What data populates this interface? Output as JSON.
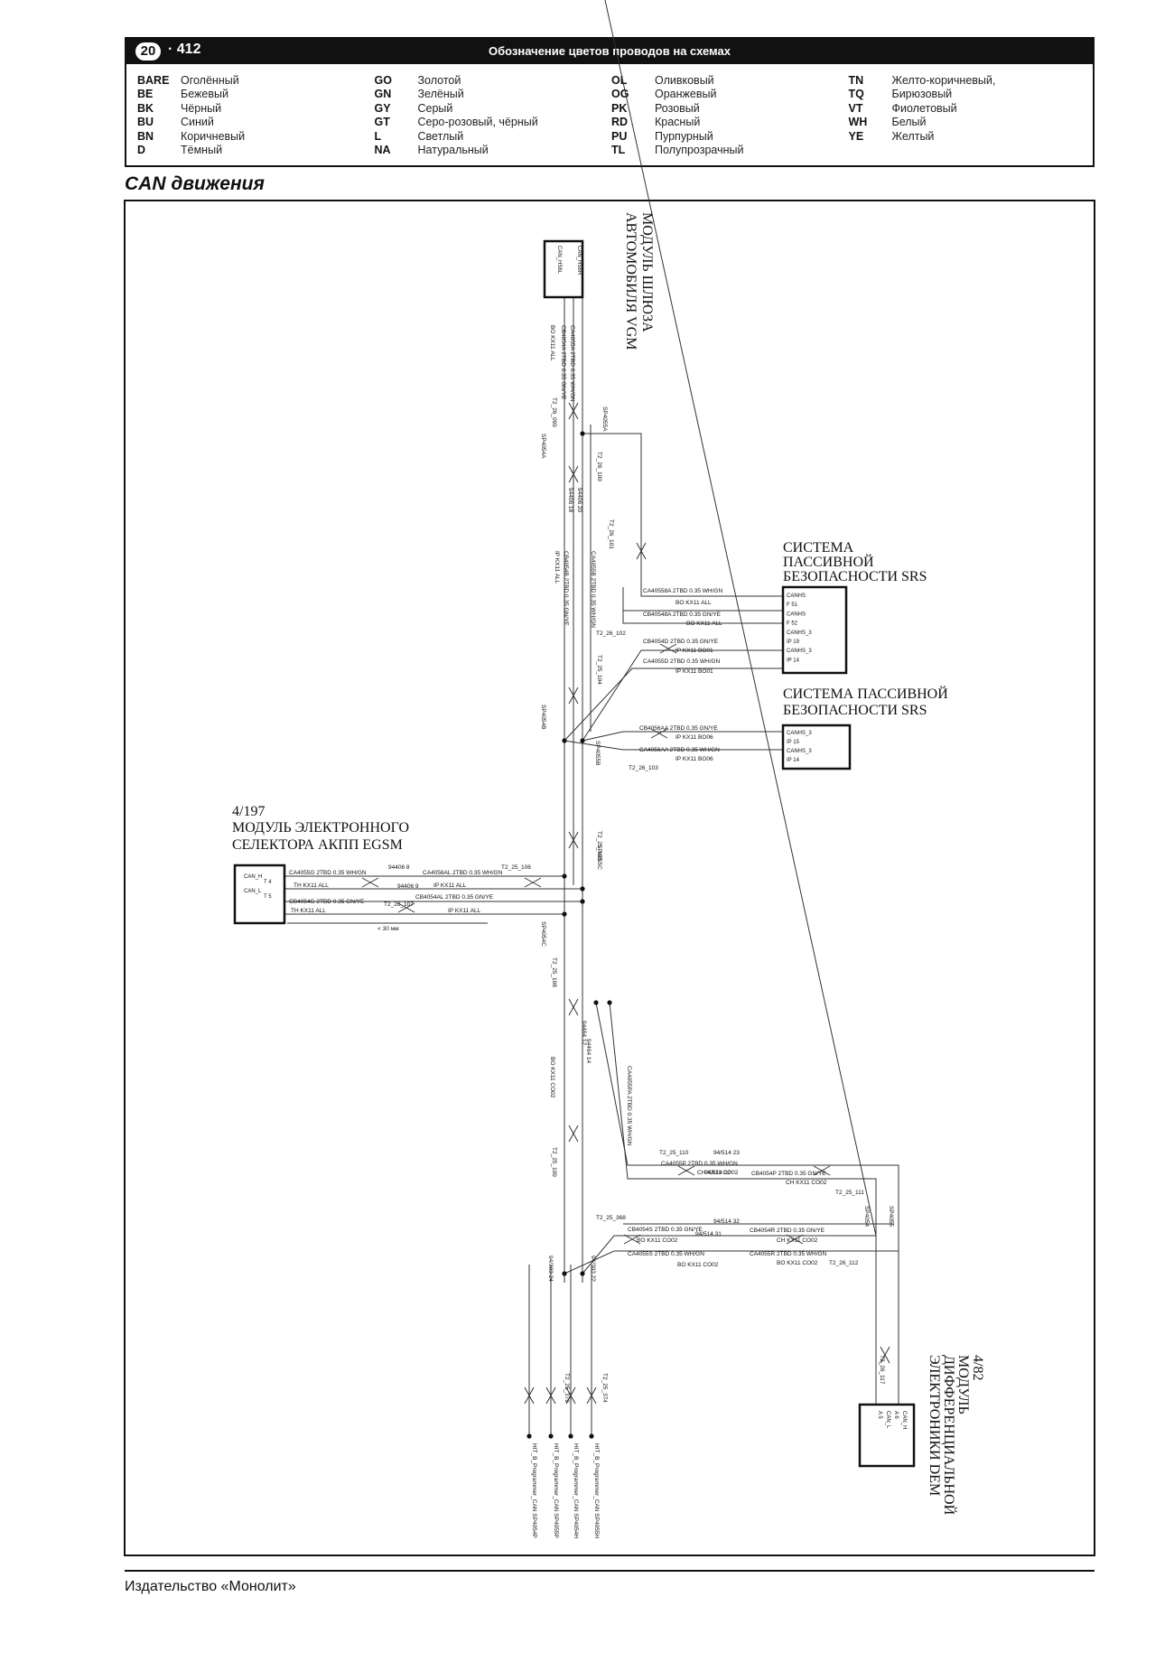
{
  "header": {
    "chapter": "20",
    "page": "· 412",
    "title": "Обозначение цветов проводов на схемах"
  },
  "legend": [
    [
      {
        "code": "BARE",
        "name": "Оголённый"
      },
      {
        "code": "BE",
        "name": "Бежевый"
      },
      {
        "code": "BK",
        "name": "Чёрный"
      },
      {
        "code": "BU",
        "name": "Синий"
      },
      {
        "code": "BN",
        "name": "Коричневый"
      },
      {
        "code": "D",
        "name": "Тёмный"
      }
    ],
    [
      {
        "code": "GO",
        "name": "Золотой"
      },
      {
        "code": "GN",
        "name": "Зелёный"
      },
      {
        "code": "GY",
        "name": "Серый"
      },
      {
        "code": "GT",
        "name": "Серо-розовый, чёрный"
      },
      {
        "code": "L",
        "name": "Светлый"
      },
      {
        "code": "NA",
        "name": "Натуральный"
      }
    ],
    [
      {
        "code": "OL",
        "name": "Оливковый"
      },
      {
        "code": "OG",
        "name": "Оранжевый"
      },
      {
        "code": "PK",
        "name": "Розовый"
      },
      {
        "code": "RD",
        "name": "Красный"
      },
      {
        "code": "PU",
        "name": "Пурпурный"
      },
      {
        "code": "TL",
        "name": "Полупрозрачный"
      }
    ],
    [
      {
        "code": "TN",
        "name": "Желто-коричневый,"
      },
      {
        "code": "TQ",
        "name": "Бирюзовый"
      },
      {
        "code": "VT",
        "name": "Фиолетовый"
      },
      {
        "code": "WH",
        "name": "Белый"
      },
      {
        "code": "YE",
        "name": "Желтый"
      }
    ]
  ],
  "section_title": "CAN движения",
  "modules": {
    "vgm": {
      "line1": "МОДУЛЬ ШЛЮЗА",
      "line2": "АВТОМОБИЛЯ VGM",
      "pin1": "CAN_HS6H",
      "pin2": "CAN_HS6L"
    },
    "srs1": {
      "line1": "СИСТЕМА",
      "line2": "ПАССИВНОЙ",
      "line3": "БЕЗОПАСНОСТИ SRS",
      "pins": [
        "CANHS",
        "F 51",
        "CANHS",
        "F 52",
        "CANHS_3",
        "IP 19",
        "CANHS_3",
        "IP 14"
      ]
    },
    "srs2": {
      "line1": "СИСТЕМА ПАССИВНОЙ",
      "line2": "БЕЗОПАСНОСТИ SRS",
      "pins": [
        "CANHS_3",
        "IP 15",
        "CANHS_3",
        "IP 14"
      ]
    },
    "egsm": {
      "ref": "4/197",
      "line1": "МОДУЛЬ ЭЛЕКТРОННОГО",
      "line2": "СЕЛЕКТОРА АКПП EGSM",
      "pins": [
        "CAN_H",
        "T 4",
        "CAN_L",
        "T 5"
      ]
    },
    "dem": {
      "ref": "4/82",
      "line1": "МОДУЛЬ",
      "line2": "ДИФФЕРЕНЦИАЛЬНОЙ",
      "line3": "ЭЛЕКТРОНИКИ DEM",
      "pins": [
        "CAN_H",
        "A 6",
        "CAN_L",
        "A 5"
      ]
    }
  },
  "wire_labels": {
    "srs1_a": "CA40558A 2TBD 0.35 WH/GN",
    "srs1_b": "BO KX11 ALL",
    "srs1_c": "CB40548A 2TBD 0.35 GN/YE",
    "srs1_d": "BO KX11 ALL",
    "srs1_e": "CB4054D 2TBD 0.35 GN/YE",
    "srs1_f": "IP KX11 BO01",
    "srs1_g": "CA4055D 2TBD 0.35 WH/GN",
    "srs1_h": "IP KX11 BO01",
    "srs1_t": "T2_26_102",
    "srs2_a": "CB4056AA 2TBD 0.35 GN/YE",
    "srs2_b": "IP KX11 BO06",
    "srs2_c": "CA4056AA 2TBD 0.35 WH/GN",
    "srs2_d": "IP KX11 BO06",
    "srs2_t": "T2_26_103",
    "egsm_a": "CA4055G 2TBD 0.35 WH/GN",
    "egsm_b": "TH KX11 ALL",
    "egsm_c": "CB4054G 2TBD 0.35 GN/YE",
    "egsm_d": "TH KX11 ALL",
    "egsm_e": "CA4056AL 2TBD 0.35 WH/GN",
    "egsm_f": "IP KX11 ALL",
    "egsm_g": "CB4054AL 2TBD 0.35 GN/YE",
    "egsm_h": "IP KX11 ALL",
    "egsm_s1": "94406 8",
    "egsm_s2": "94406 9",
    "egsm_t1": "T2_25_106",
    "egsm_t2": "T2_26_107",
    "egsm_len": "< 30 мм",
    "dem_a": "CA4055P 2TBD 0.35 WH/GN",
    "dem_b": "CH KX11 CO02",
    "dem_c": "CB4054P 2TBD 0.35 GN/YE",
    "dem_d": "CH KX11 CO02",
    "dem_e": "CB4054S 2TBD 0.35 GN/YE",
    "dem_f": "BO KX11 CO02",
    "dem_g": "CA4055S 2TBD 0.35 WH/GN",
    "dem_h": "BO KX11 CO02",
    "dem_i": "CB4054R 2TBD 0.35 GN/YE",
    "dem_j": "CH KX11 CO02",
    "dem_k": "CA4055R 2TBD 0.35 WH/GN",
    "dem_l": "BO KX11 CO02",
    "dem_s1": "94/514 23",
    "dem_s2": "94/514 22",
    "dem_s3": "94/514 32",
    "dem_s4": "94/514 31",
    "dem_t1": "T2_25_110",
    "dem_t2": "T2_25_111",
    "dem_t3": "T2_25_368",
    "dem_t4": "T2_26_112",
    "vt1": "T2_26_099",
    "vt2": "T2_26_100",
    "vt3": "T2_26_101",
    "vt4": "T2_25_104",
    "vt5": "T2_25_105",
    "vt6": "T2_25_108",
    "vt7": "T2_25_109",
    "vs1": "SP4055A",
    "vs2": "SP4054A",
    "vs3": "SP4054B",
    "vs4": "SP4055B",
    "vs5": "SP4055C",
    "vs6": "SP4054C",
    "vs7": "SP4055",
    "vs8": "SP4054",
    "vw1": "BO KX11 ALL",
    "vw2": "CB4054A 2TBD 0.35 GN/YE",
    "vw3": "CA4055A 2TBD 0.35 WH/GN",
    "vw4": "94406 18",
    "vw5": "94406 20",
    "vw6": "IP KX11 ALL",
    "vw7": "CB4054B 2TBD 0.35 GN/YE",
    "vw8": "CA4055B 2TBD 0.35 WH/GN",
    "vw9": "94464 12",
    "vw10": "94464 14",
    "vw11": "CA4055PA 2TBD 0.35 WH/GN",
    "vw12": "BO KX11 CO02",
    "vw13": "94/303 24",
    "vw14": "94/303 22",
    "vw15": "T2_25_379",
    "vw16": "T2_25_374",
    "vw17": "T2_26_117"
  },
  "connectors": [
    "HIT_B_Programmer_CAN SP4054P",
    "HIT_B_Programmer_CAN SP4055P",
    "HIT_B_Programmer_CAN SP4054H",
    "HIT_B_Programmer_CAN SP4055H"
  ],
  "footer": "Издательство «Монолит»"
}
